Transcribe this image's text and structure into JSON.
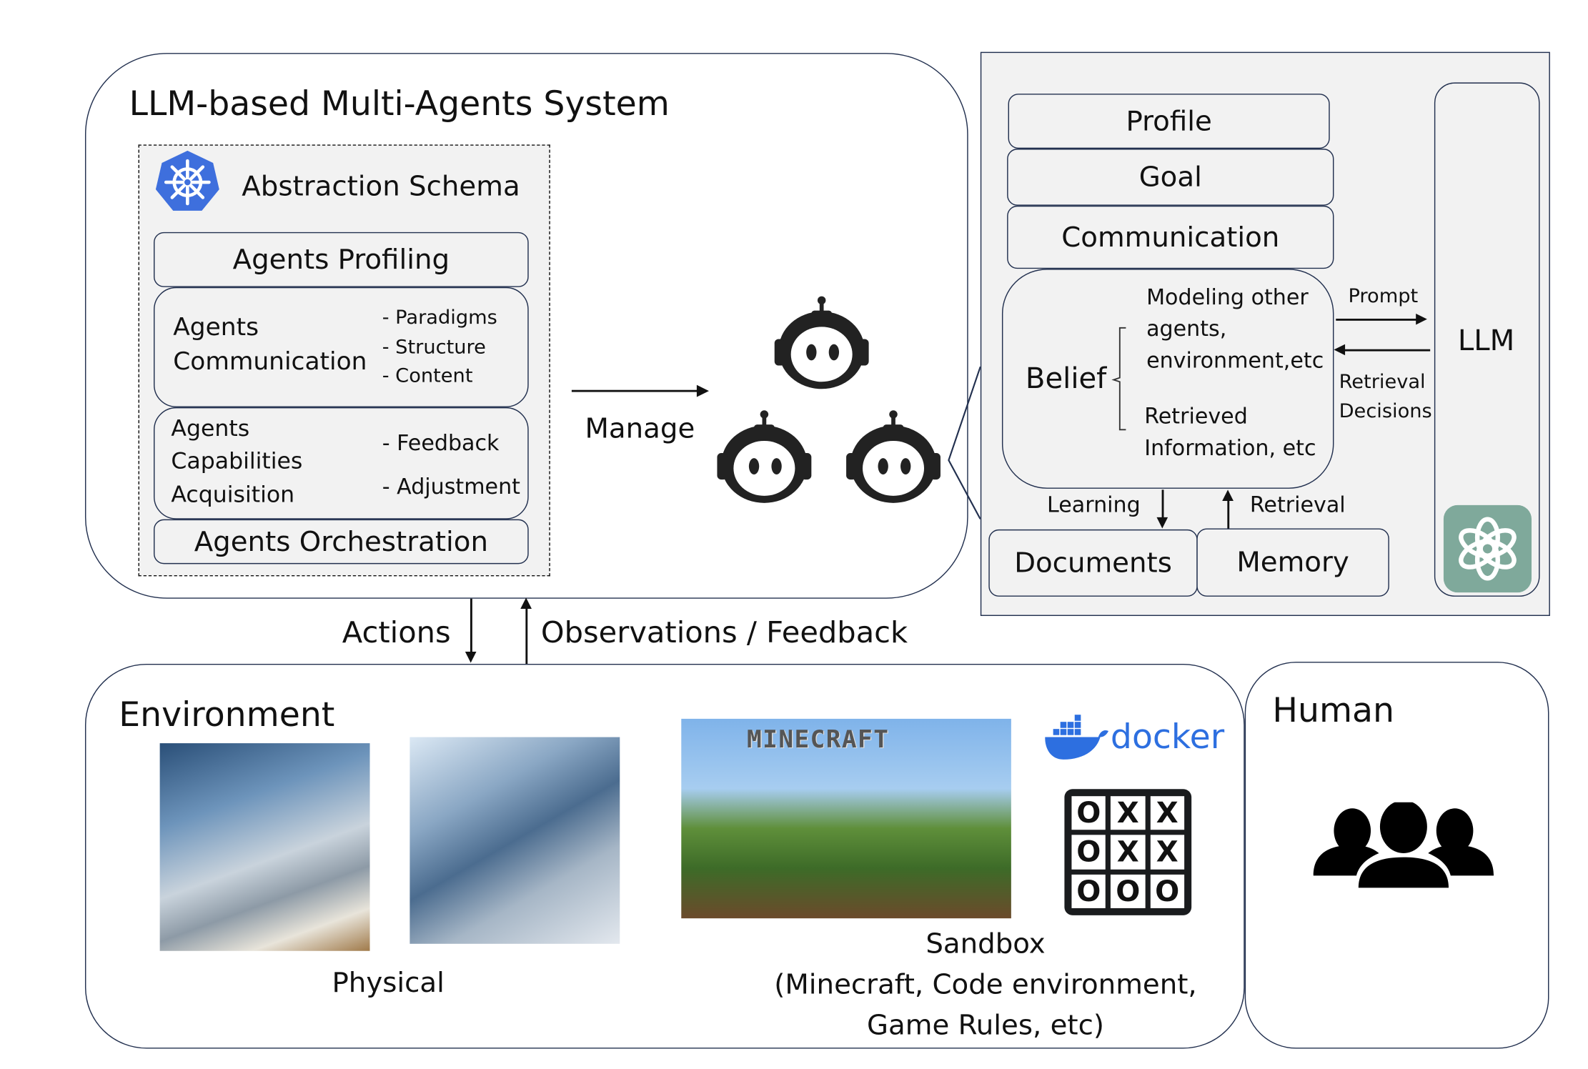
{
  "mas": {
    "title": "LLM-based Multi-Agents System",
    "schema": {
      "icon": "kubernetes-helm-icon",
      "title": "Abstraction Schema",
      "profiling": "Agents Profiling",
      "communication": {
        "title_line1": "Agents",
        "title_line2": "Communication",
        "items": [
          "- Paradigms",
          "- Structure",
          "- Content"
        ]
      },
      "capabilities": {
        "title_line1": "Agents",
        "title_line2": "Capabilities",
        "title_line3": "Acquisition",
        "items": [
          "- Feedback",
          "- Adjustment"
        ]
      },
      "orchestration": "Agents Orchestration"
    },
    "manage_label": "Manage",
    "agents_icon": "robot-icon"
  },
  "agent_detail": {
    "profile": "Profile",
    "goal": "Goal",
    "communication": "Communication",
    "belief": {
      "label": "Belief",
      "modeling": [
        "Modeling other",
        "agents,",
        "environment,etc"
      ],
      "retrieved": [
        "Retrieved",
        "Information, etc"
      ]
    },
    "prompt_label": "Prompt",
    "retrieval_decisions": [
      "Retrieval",
      "Decisions"
    ],
    "llm_label": "LLM",
    "llm_icon": "openai-icon",
    "learning_label": "Learning",
    "retrieval_label": "Retrieval",
    "documents": "Documents",
    "memory": "Memory",
    "brand_color": "#7fa99b"
  },
  "links": {
    "actions": "Actions",
    "observations": "Observations / Feedback"
  },
  "environment": {
    "title": "Environment",
    "physical_label": "Physical",
    "physical_images": [
      "humanoid-robot-kitchen-image",
      "robotic-arm-lab-image"
    ],
    "minecraft_logo": "MINECRAFT",
    "docker_label": "docker",
    "docker_color": "#2d6fe0",
    "tictactoe": [
      "O",
      "X",
      "X",
      "O",
      "X",
      "X",
      "O",
      "O",
      "O"
    ],
    "sandbox_lines": [
      "Sandbox",
      "(Minecraft, Code environment,",
      "Game Rules, etc)"
    ]
  },
  "human": {
    "title": "Human",
    "icon": "people-group-icon"
  },
  "colors": {
    "border": "#22304f",
    "panel_grey": "#f2f2f2",
    "kubernetes_blue": "#3e6fdd"
  }
}
